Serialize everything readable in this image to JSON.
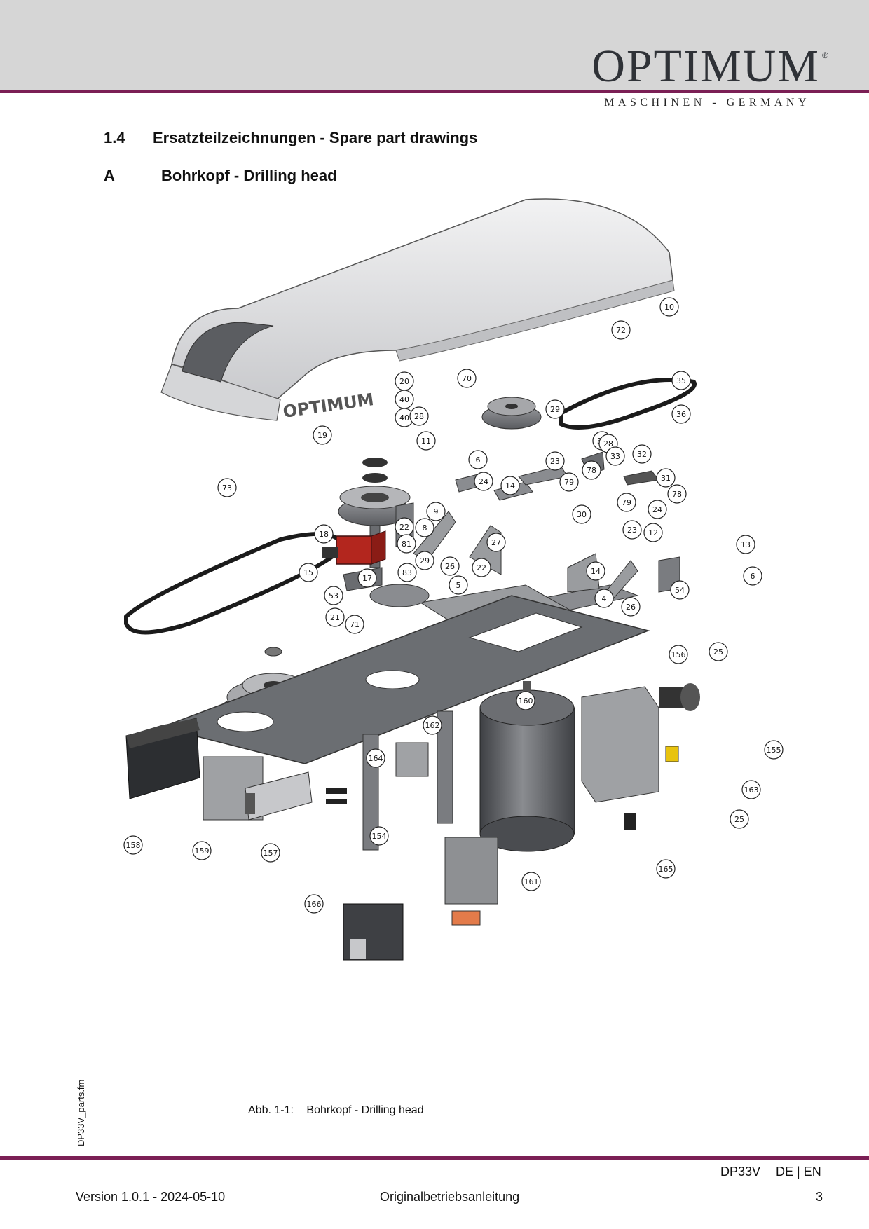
{
  "header": {
    "brand": "OPTIMUM",
    "reg_mark": "®",
    "tagline": "MASCHINEN - GERMANY"
  },
  "section": {
    "number": "1.4",
    "title": "Ersatzteilzeichnungen - Spare part drawings"
  },
  "subsection": {
    "letter": "A",
    "title": "Bohrkopf - Drilling head"
  },
  "drawing": {
    "cover_logo": "OPTIMUM",
    "part_numbers": [
      "10",
      "72",
      "35",
      "36",
      "70",
      "29",
      "20",
      "40",
      "40",
      "28",
      "34",
      "28",
      "19",
      "11",
      "6",
      "23",
      "78",
      "33",
      "32",
      "31",
      "78",
      "79",
      "24",
      "14",
      "79",
      "30",
      "73",
      "9",
      "8",
      "22",
      "81",
      "18",
      "29",
      "83",
      "26",
      "22",
      "27",
      "5",
      "14",
      "24",
      "23",
      "12",
      "13",
      "6",
      "54",
      "15",
      "17",
      "53",
      "21",
      "4",
      "26",
      "71",
      "156",
      "25",
      "160",
      "162",
      "164",
      "155",
      "163",
      "25",
      "154",
      "158",
      "159",
      "157",
      "165",
      "161",
      "166"
    ],
    "colors": {
      "motor_red": "#b3261e",
      "metal_dark": "#5c5e63",
      "plate_gray": "#6b6e72",
      "cover_light": "#e4e4e6"
    }
  },
  "caption": {
    "label": "Abb. 1-1:",
    "text": "Bohrkopf - Drilling head"
  },
  "side_file": "DP33V_parts.fm",
  "footer": {
    "model": "DP33V",
    "languages": "DE | EN",
    "version": "Version 1.0.1 - 2024-05-10",
    "document": "Originalbetriebsanleitung",
    "page": "3"
  }
}
